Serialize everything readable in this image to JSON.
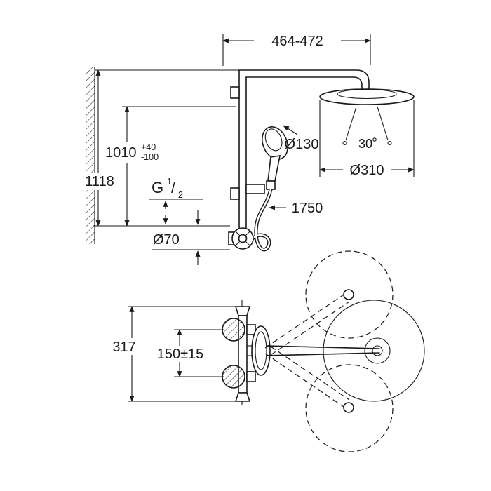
{
  "dimensions": {
    "top_width": "464-472",
    "total_height": "1118",
    "rail_height": "1010",
    "rail_tol_plus": "+40",
    "rail_tol_minus": "-100",
    "thread_letter": "G",
    "thread_num": "1",
    "thread_slash": "/",
    "thread_den": "2",
    "escutcheon_dia": "Ø70",
    "handshower_dia": "Ø130",
    "spray_angle": "30",
    "headshower_dia": "Ø310",
    "hose_length": "1750",
    "trim_height": "317",
    "supply_centers": "150±15"
  }
}
